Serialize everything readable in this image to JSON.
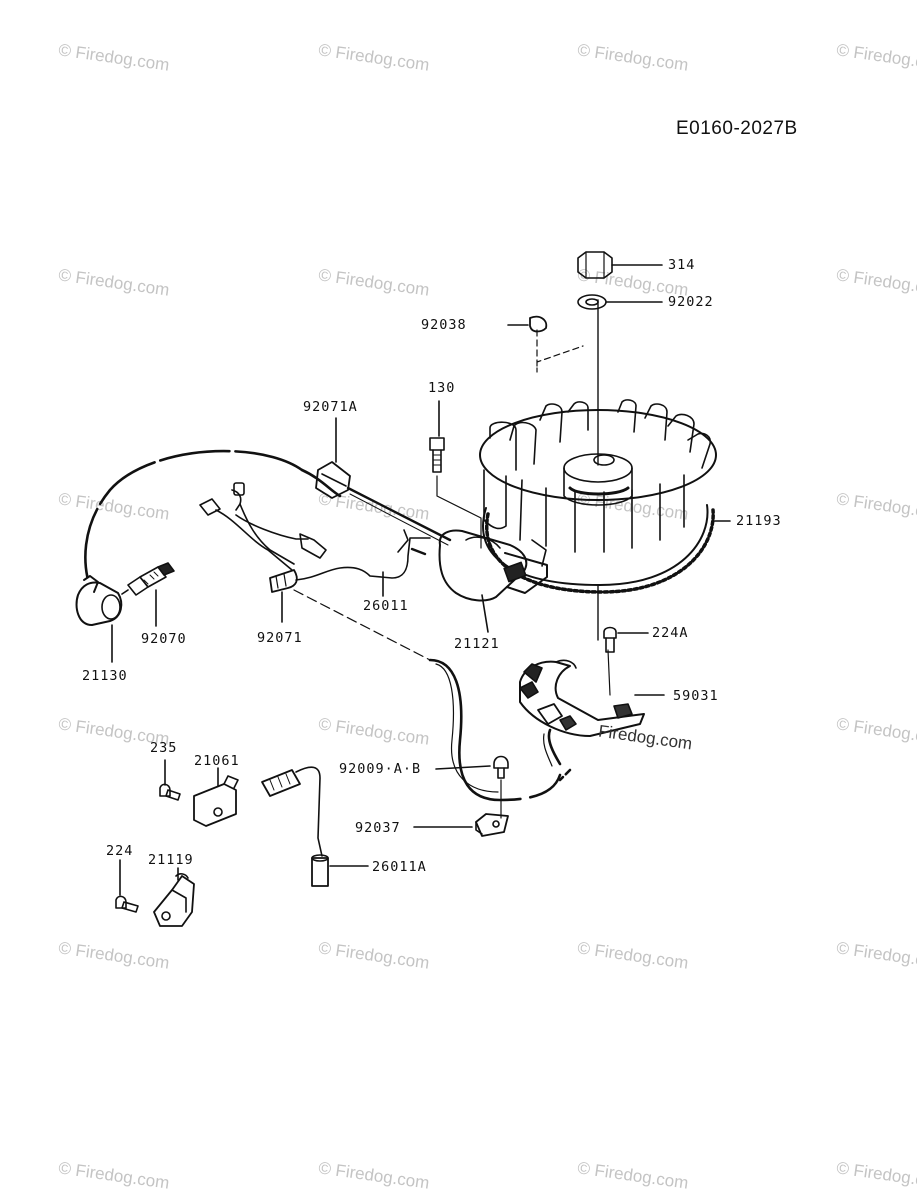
{
  "diagram_id": "E0160-2027B",
  "watermark": "© Firedog.com",
  "watermark_overlay": "Firedog.com",
  "parts": {
    "p314": "314",
    "p92022": "92022",
    "p92038": "92038",
    "p130": "130",
    "p92071A": "92071A",
    "p21193": "21193",
    "p26011": "26011",
    "p21121": "21121",
    "p92071": "92071",
    "p92070": "92070",
    "p21130": "21130",
    "p224A": "224A",
    "p59031": "59031",
    "p235": "235",
    "p21061": "21061",
    "p92009AB": "92009·A·B",
    "p92037": "92037",
    "p224": "224",
    "p21119": "21119",
    "p26011A": "26011A"
  }
}
